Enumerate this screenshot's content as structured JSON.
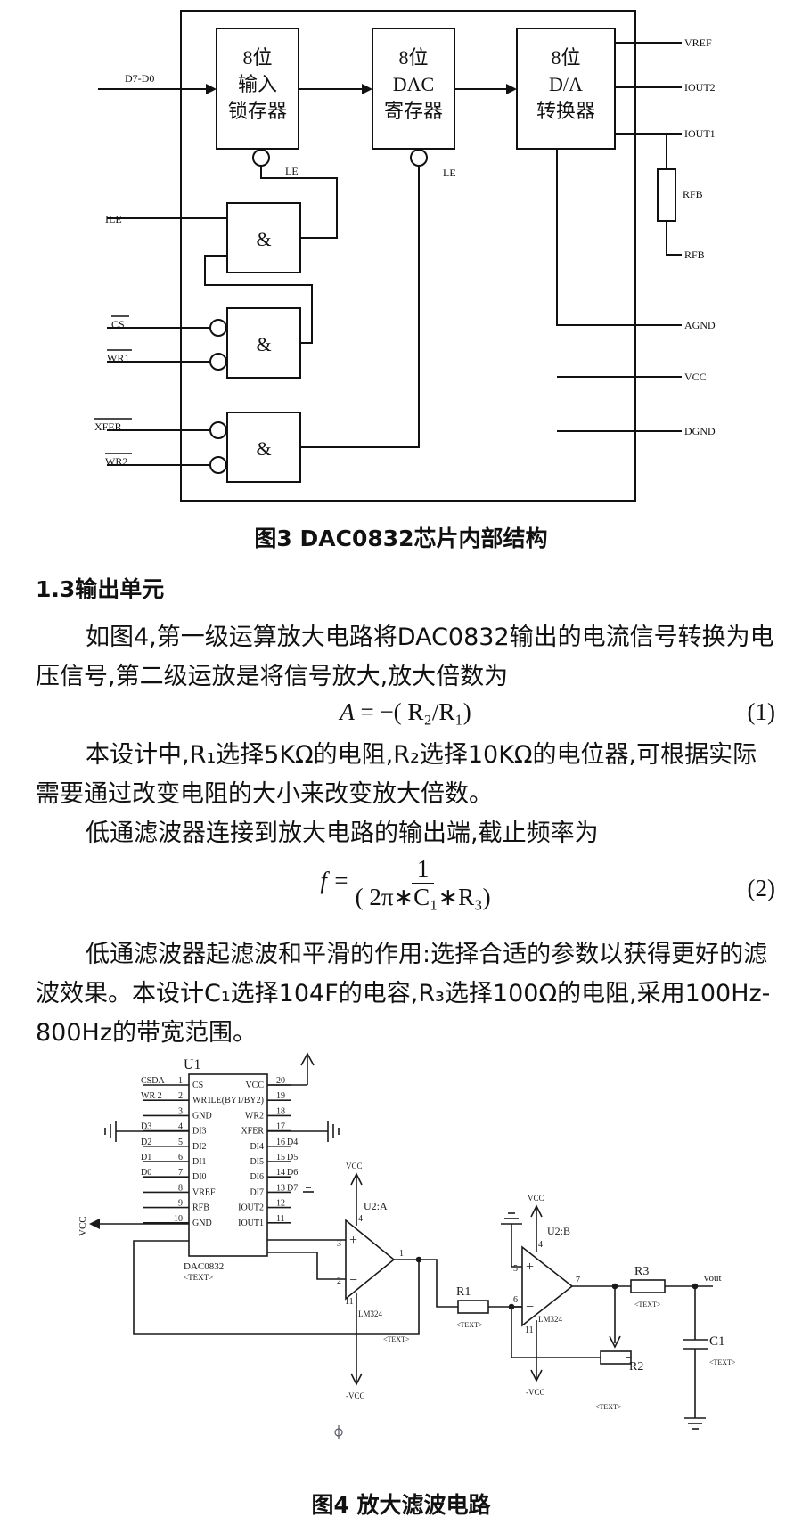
{
  "figure3": {
    "caption": "图3   DAC0832芯片内部结构",
    "blocks": {
      "latch_l1": "8位",
      "latch_l2": "输入",
      "latch_l3": "锁存器",
      "dac_l1": "8位",
      "dac_l2": "DAC",
      "dac_l3": "寄存器",
      "da_l1": "8位",
      "da_l2": "D/A",
      "da_l3": "转换器"
    },
    "gate_symbol": "&",
    "pins": {
      "d7d0": "D7-D0",
      "ile": "ILE",
      "cs": "CS",
      "wr1": "WR1",
      "xfer": "XFER",
      "wr2": "WR2",
      "le1": "LE",
      "le2": "LE",
      "vref": "VREF",
      "iout2": "IOUT2",
      "iout1": "IOUT1",
      "rfb_label": "RFB",
      "rfb_pin": "RFB",
      "agnd": "AGND",
      "vcc": "VCC",
      "dgnd": "DGND"
    }
  },
  "section": {
    "heading": "1.3输出单元"
  },
  "text": {
    "p1": "如图4,第一级运算放大电路将DAC0832输出的电流信号转换为电压信号,第二级运放是将信号放大,放大倍数为",
    "eq1_lhs": "A",
    "eq1_rhs": "= −( R₂/R₁)",
    "eq1_num": "(1)",
    "p2": "本设计中,R₁选择5KΩ的电阻,R₂选择10KΩ的电位器,可根据实际需要通过改变电阻的大小来改变放大倍数。",
    "p3": "低通滤波器连接到放大电路的输出端,截止频率为",
    "eq2_lhs": "f =",
    "eq2_numer": "1",
    "eq2_denom": "( 2π∗C₁∗R₃)",
    "eq2_num": "(2)",
    "p4": "低通滤波器起滤波和平滑的作用:选择合适的参数以获得更好的滤波效果。本设计C₁选择104F的电容,R₃选择100Ω的电阻,采用100Hz-800Hz的带宽范围。"
  },
  "figure4": {
    "caption": "图4   放大滤波电路",
    "u1": "U1",
    "chip": "DAC0832",
    "chip_text": "<TEXT>",
    "left_pins": [
      "CS",
      "WR1",
      "GND",
      "DI3",
      "DI2",
      "DI1",
      "DI0",
      "VREF",
      "RFB",
      "GND"
    ],
    "left_nums": [
      "1",
      "2",
      "3",
      "4",
      "5",
      "6",
      "7",
      "8",
      "9",
      "10"
    ],
    "right_pins": [
      "VCC",
      "ILE(BY1/BY2)",
      "WR2",
      "XFER",
      "DI4",
      "DI5",
      "DI6",
      "DI7",
      "IOUT2",
      "IOUT1"
    ],
    "right_nums": [
      "20",
      "19",
      "18",
      "17",
      "16",
      "15",
      "14",
      "13",
      "12",
      "11"
    ],
    "left_nets": [
      "CSDA",
      "WR 2",
      "",
      "D3",
      "D2",
      "D1",
      "D0",
      "",
      "",
      ""
    ],
    "right_nets": [
      "",
      "",
      "",
      "",
      "D4",
      "D5",
      "D6",
      "D7",
      "",
      ""
    ],
    "vcc_side": "VCC",
    "u2a": "U2:A",
    "u2b": "U2:B",
    "lm324": "LM324",
    "vcc": "VCC",
    "neg_vcc": "-VCC",
    "r1": "R1",
    "r2": "R2",
    "r3": "R3",
    "c1": "C1",
    "vout": "vout",
    "text_tag": "<TEXT>",
    "pins_a": {
      "in_pos": "3",
      "in_neg": "2",
      "out": "1",
      "vp": "4",
      "vn": "11"
    },
    "pins_b": {
      "in_pos": "5",
      "in_neg": "6",
      "out": "7",
      "vp": "4",
      "vn": "11"
    },
    "plus": "+",
    "minus": "−"
  }
}
